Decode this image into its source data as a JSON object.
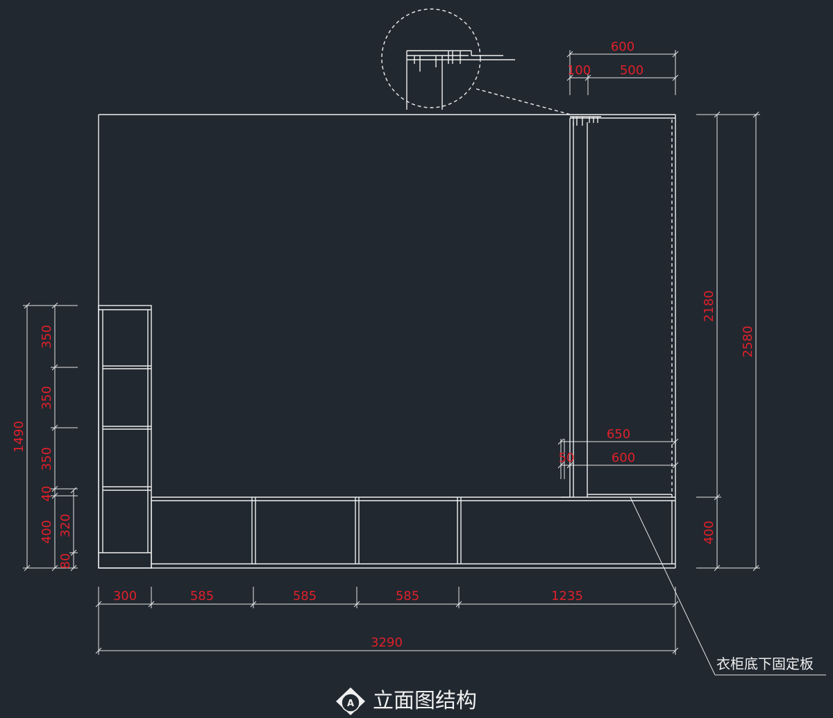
{
  "drawing": {
    "title": "立面图结构",
    "view_mark": "A",
    "note_label": "衣柜底下固定板"
  },
  "dims": {
    "top_width": "600",
    "top_left": "100",
    "top_right": "500",
    "cab_650": "650",
    "cab_50": "50",
    "cab_600": "600",
    "bottom_300": "300",
    "bottom_585a": "585",
    "bottom_585b": "585",
    "bottom_585c": "585",
    "bottom_1235": "1235",
    "overall_width": "3290",
    "right_2180": "2180",
    "right_400": "400",
    "overall_height": "2580",
    "left_1490": "1490",
    "left_350a": "350",
    "left_350b": "350",
    "left_350c": "350",
    "left_40": "40",
    "left_400": "400",
    "left_320": "320",
    "left_80": "80"
  }
}
